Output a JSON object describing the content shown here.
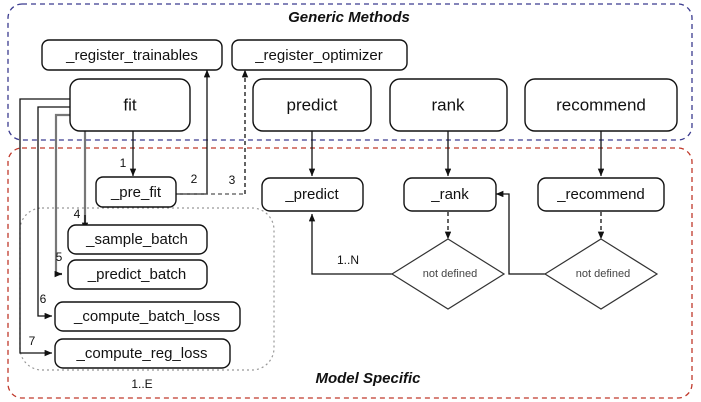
{
  "diagram": {
    "title_generic": "Generic Methods",
    "title_specific": "Model Specific",
    "loop_label": "1..E",
    "multiplicity_label": "1..N"
  },
  "generic_nodes": [
    {
      "id": "register_trainables",
      "label": "_register_trainables"
    },
    {
      "id": "register_optimizer",
      "label": "_register_optimizer"
    },
    {
      "id": "fit",
      "label": "fit"
    },
    {
      "id": "predict",
      "label": "predict"
    },
    {
      "id": "rank",
      "label": "rank"
    },
    {
      "id": "recommend",
      "label": "recommend"
    }
  ],
  "specific_nodes": [
    {
      "id": "pre_fit",
      "label": "_pre_fit"
    },
    {
      "id": "sample_batch",
      "label": "_sample_batch"
    },
    {
      "id": "predict_batch",
      "label": "_predict_batch"
    },
    {
      "id": "compute_batch_loss",
      "label": "_compute_batch_loss"
    },
    {
      "id": "compute_reg_loss",
      "label": "_compute_reg_loss"
    },
    {
      "id": "predict_impl",
      "label": "_predict"
    },
    {
      "id": "rank_impl",
      "label": "_rank"
    },
    {
      "id": "recommend_impl",
      "label": "_recommend"
    }
  ],
  "decisions": [
    {
      "id": "rank_not_defined",
      "label": "not defined"
    },
    {
      "id": "recommend_not_defined",
      "label": "not defined"
    }
  ],
  "edge_numbers": [
    "1",
    "2",
    "3",
    "4",
    "5",
    "6",
    "7"
  ],
  "colors": {
    "generic_container": "#3b3b8f",
    "specific_container": "#c0392b",
    "loop_container": "#999999",
    "node_stroke": "#111111",
    "gray_edge": "#777777"
  }
}
